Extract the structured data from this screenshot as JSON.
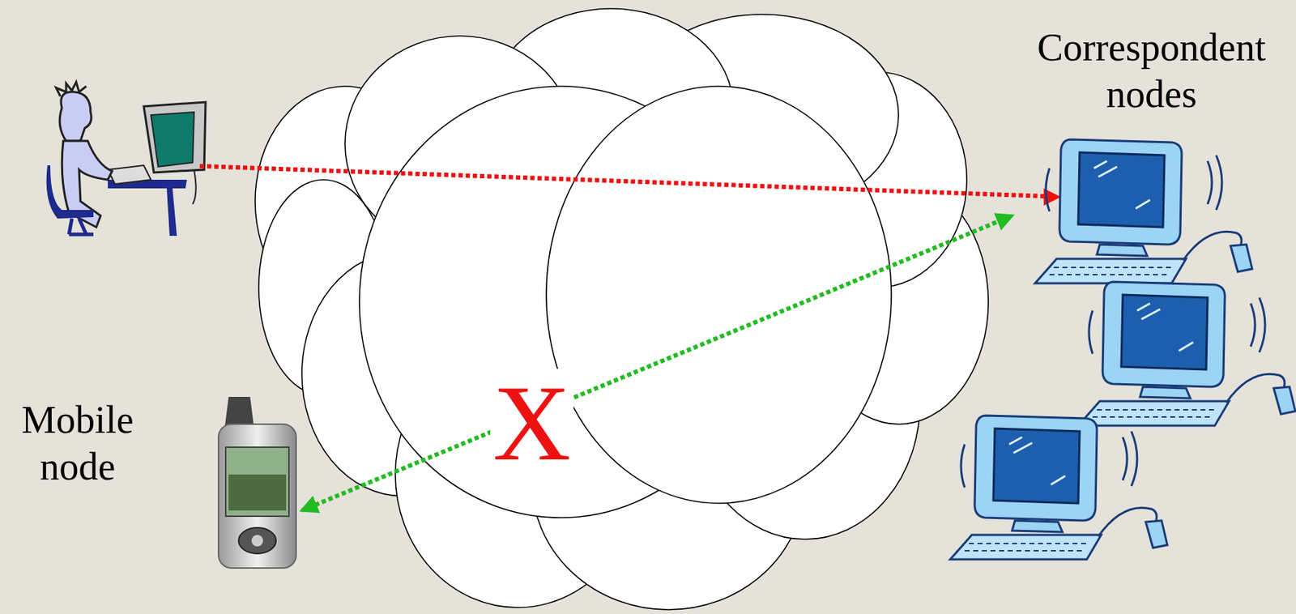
{
  "diagram": {
    "nodes": [
      {
        "text": [
          "Correspondent nodes"
        ]
      },
      {
        "text": [
          "Mobile node"
        ]
      }
    ],
    "edges": [
      {
        "from": 1,
        "to": 0,
        "arrow": "both"
      }
    ],
    "labels": [
      "X"
    ]
  }
}
